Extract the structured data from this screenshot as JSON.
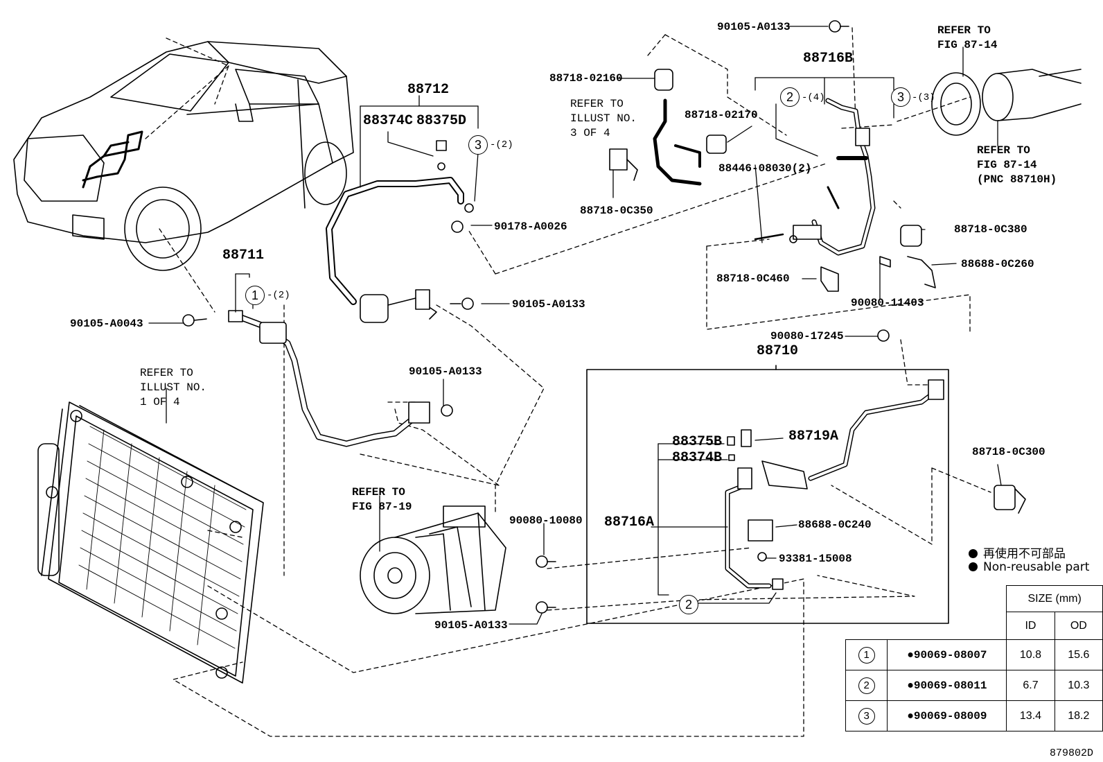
{
  "diagram_code": "879802D",
  "parts": {
    "p90105_A0133_top": "90105-A0133",
    "p88716B": "88716B",
    "p88718_02160": "88718-02160",
    "p88718_02170": "88718-02170",
    "p88446_08030": "88446-08030(2)",
    "p88718_0C350": "88718-0C350",
    "p88718_0C380": "88718-0C380",
    "p88688_0C260": "88688-0C260",
    "p88718_0C460": "88718-0C460",
    "p90080_11403": "90080-11403",
    "p90080_17245": "90080-17245",
    "p88710": "88710",
    "p88712": "88712",
    "p88374C": "88374C",
    "p88375D": "88375D",
    "p90178_A0026": "90178-A0026",
    "p90105_A0133_mid": "90105-A0133",
    "p88711": "88711",
    "p90105_A0043": "90105-A0043",
    "p90105_A0133_cond": "90105-A0133",
    "p88375B": "88375B",
    "p88374B": "88374B",
    "p88719A": "88719A",
    "p88716A": "88716A",
    "p88688_0C240": "88688-0C240",
    "p93381_15008": "93381-15008",
    "p90080_10080": "90080-10080",
    "p90105_A0133_bottom": "90105-A0133",
    "p88718_0C300": "88718-0C300"
  },
  "refs": {
    "fig87_14_a_l1": "REFER TO",
    "fig87_14_a_l2": "FIG 87-14",
    "fig87_14_b_l1": "REFER TO",
    "fig87_14_b_l2": "FIG 87-14",
    "fig87_14_b_l3": "(PNC 88710H)",
    "illust3_l1": "REFER TO",
    "illust3_l2": "ILLUST NO.",
    "illust3_l3": "3 OF 4",
    "illust1_l1": "REFER TO",
    "illust1_l2": "ILLUST NO.",
    "illust1_l3": "1 OF 4",
    "fig87_19_l1": "REFER TO",
    "fig87_19_l2": "FIG 87-19"
  },
  "callouts": {
    "c1": "1",
    "c2": "2",
    "c3": "3",
    "q_2": "-(2)",
    "q_4": "-(4)",
    "q_3": "-(3)"
  },
  "legend": {
    "japanese": "再使用不可部品",
    "english": "Non-reusable part"
  },
  "size_table": {
    "header": "SIZE (mm)",
    "col_id": "ID",
    "col_od": "OD",
    "rows": [
      {
        "mark": "1",
        "part": "●90069-08007",
        "id": "10.8",
        "od": "15.6"
      },
      {
        "mark": "2",
        "part": "●90069-08011",
        "id": "6.7",
        "od": "10.3"
      },
      {
        "mark": "3",
        "part": "●90069-08009",
        "id": "13.4",
        "od": "18.2"
      }
    ]
  }
}
